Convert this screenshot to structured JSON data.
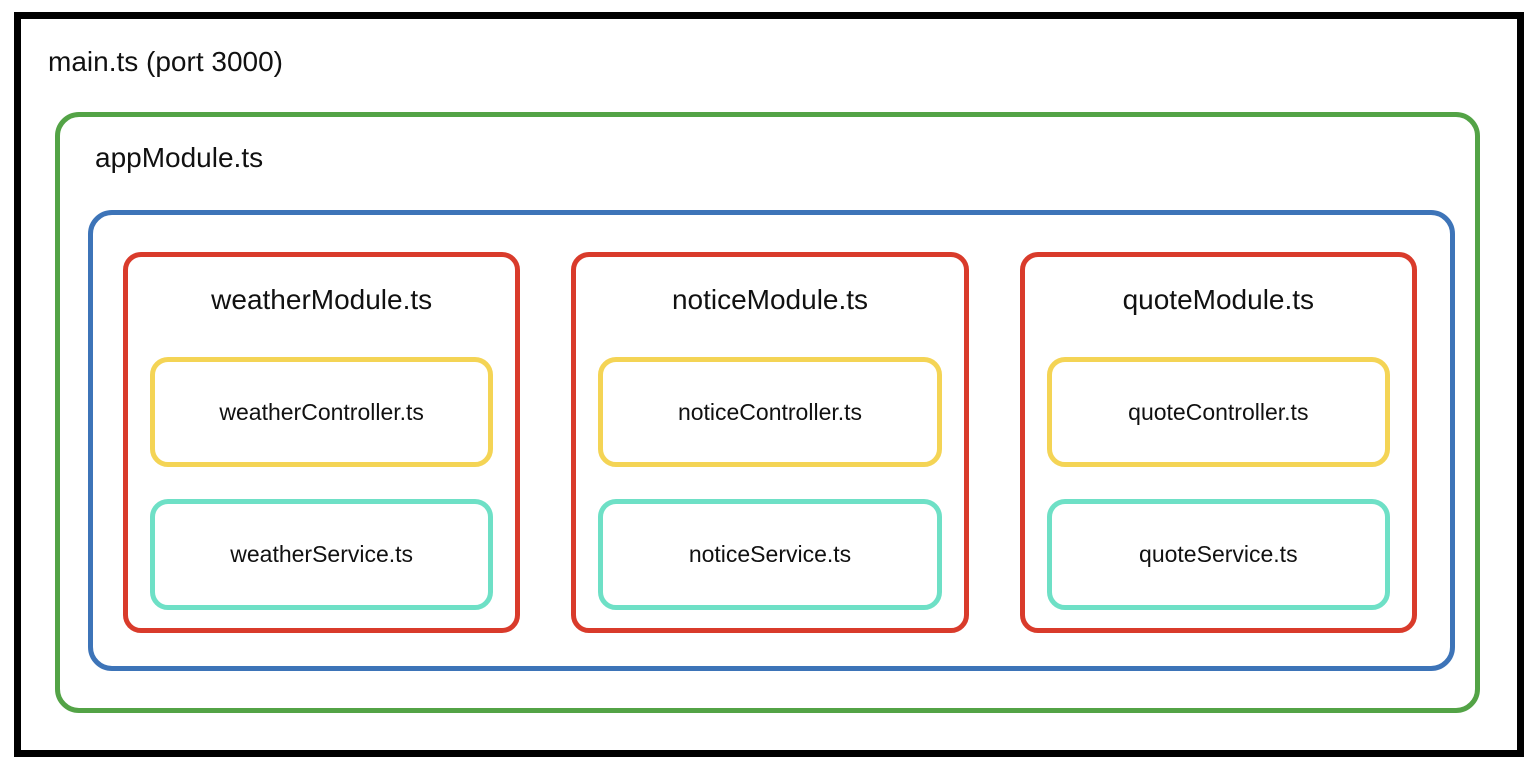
{
  "root": {
    "label": "main.ts (port 3000)"
  },
  "app_module": {
    "label": "appModule.ts"
  },
  "modules": [
    {
      "name": "weather",
      "module_label": "weatherModule.ts",
      "controller_label": "weatherController.ts",
      "service_label": "weatherService.ts"
    },
    {
      "name": "notice",
      "module_label": "noticeModule.ts",
      "controller_label": "noticeController.ts",
      "service_label": "noticeService.ts"
    },
    {
      "name": "quote",
      "module_label": "quoteModule.ts",
      "controller_label": "quoteController.ts",
      "service_label": "quoteService.ts"
    }
  ],
  "colors": {
    "root_border": "#000000",
    "app_module_border": "#53a346",
    "modules_container_border": "#3d74b8",
    "module_border": "#d93b2b",
    "controller_border": "#f4d455",
    "service_border": "#6ee0c6"
  }
}
